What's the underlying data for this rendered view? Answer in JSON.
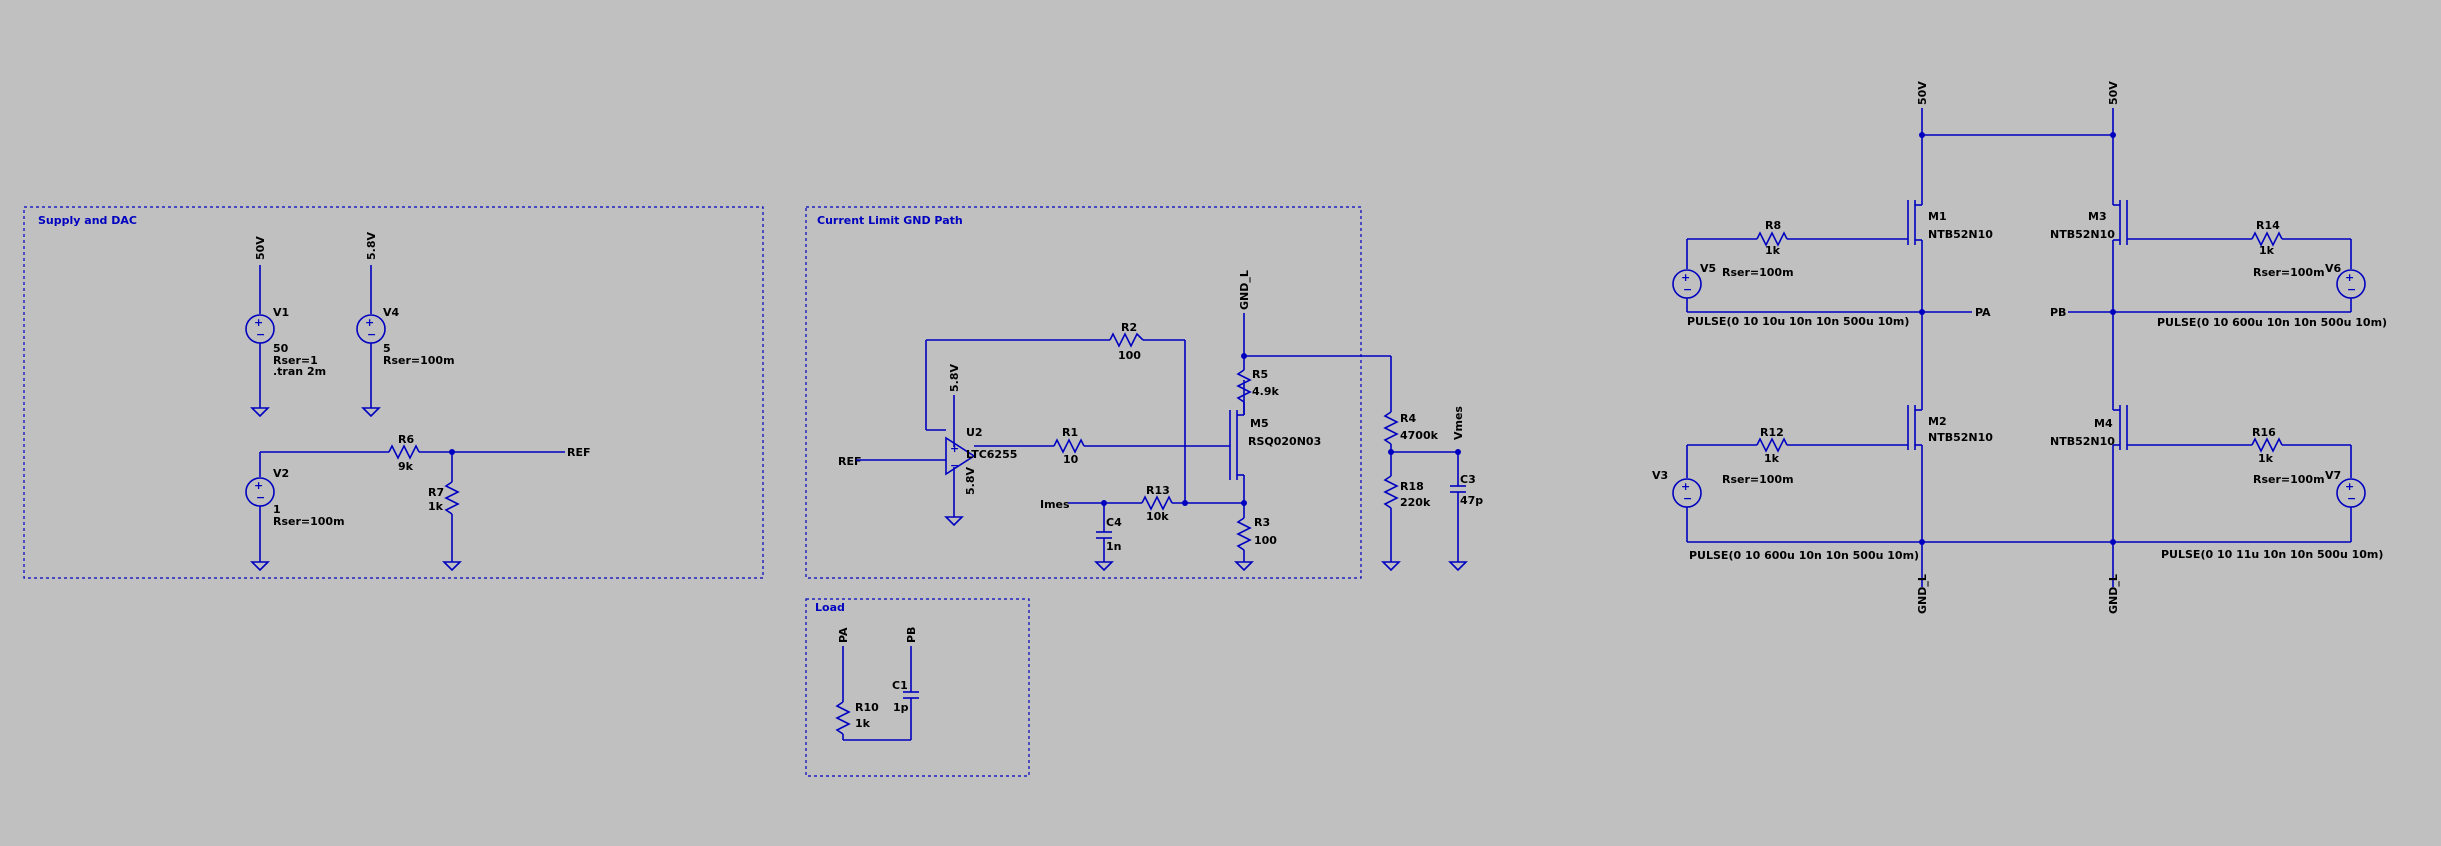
{
  "blocks": {
    "supply": "Supply and DAC",
    "current": "Current Limit GND Path",
    "load": "Load"
  },
  "nets": {
    "v50_1": "50V",
    "v58_1": "5.8V",
    "ref1": "REF",
    "ref2": "REF",
    "u2_vplus": "5.8V",
    "u2_vminus": "5.8V",
    "gndl_m5": "GND_L",
    "imes": "Imes",
    "vmes": "Vmes",
    "pa_load": "PA",
    "pb_load": "PB",
    "v50_m1": "50V",
    "v50_m3": "50V",
    "pa_bridge": "PA",
    "pb_bridge": "PB",
    "gndl_m2": "GND_L",
    "gndl_m4": "GND_L"
  },
  "components": {
    "V1": {
      "name": "V1",
      "value": "50",
      "p1": "Rser=1",
      "p2": ".tran 2m"
    },
    "V4": {
      "name": "V4",
      "value": "5",
      "p1": "Rser=100m"
    },
    "V2": {
      "name": "V2",
      "value": "1",
      "p1": "Rser=100m"
    },
    "R6": {
      "name": "R6",
      "value": "9k"
    },
    "R7": {
      "name": "R7",
      "value": "1k"
    },
    "U2": {
      "name": "U2",
      "value": "LTC6255"
    },
    "R2": {
      "name": "R2",
      "value": "100"
    },
    "R1": {
      "name": "R1",
      "value": "10"
    },
    "M5": {
      "name": "M5",
      "value": "RSQ020N03"
    },
    "R5": {
      "name": "R5",
      "value": "4.9k"
    },
    "R4": {
      "name": "R4",
      "value": "4700k"
    },
    "R18": {
      "name": "R18",
      "value": "220k"
    },
    "C3": {
      "name": "C3",
      "value": "47p"
    },
    "R13": {
      "name": "R13",
      "value": "10k"
    },
    "C4": {
      "name": "C4",
      "value": "1n"
    },
    "R3": {
      "name": "R3",
      "value": "100"
    },
    "R10": {
      "name": "R10",
      "value": "1k"
    },
    "C1": {
      "name": "C1",
      "value": "1p"
    },
    "M1": {
      "name": "M1",
      "value": "NTB52N10"
    },
    "M2": {
      "name": "M2",
      "value": "NTB52N10"
    },
    "M3": {
      "name": "M3",
      "value": "NTB52N10"
    },
    "M4": {
      "name": "M4",
      "value": "NTB52N10"
    },
    "R8": {
      "name": "R8",
      "value": "1k"
    },
    "R12": {
      "name": "R12",
      "value": "1k"
    },
    "R14": {
      "name": "R14",
      "value": "1k"
    },
    "R16": {
      "name": "R16",
      "value": "1k"
    },
    "V5": {
      "name": "V5",
      "p1": "Rser=100m",
      "pulse": "PULSE(0 10 10u 10n 10n 500u 10m)"
    },
    "V3": {
      "name": "V3",
      "p1": "Rser=100m",
      "pulse": "PULSE(0 10 600u 10n 10n 500u 10m)"
    },
    "V6": {
      "name": "V6",
      "p1": "Rser=100m",
      "pulse": "PULSE(0 10 600u 10n 10n 500u 10m)"
    },
    "V7": {
      "name": "V7",
      "p1": "Rser=100m",
      "pulse": "PULSE(0 10 11u 10n 10n 500u 10m)"
    }
  }
}
